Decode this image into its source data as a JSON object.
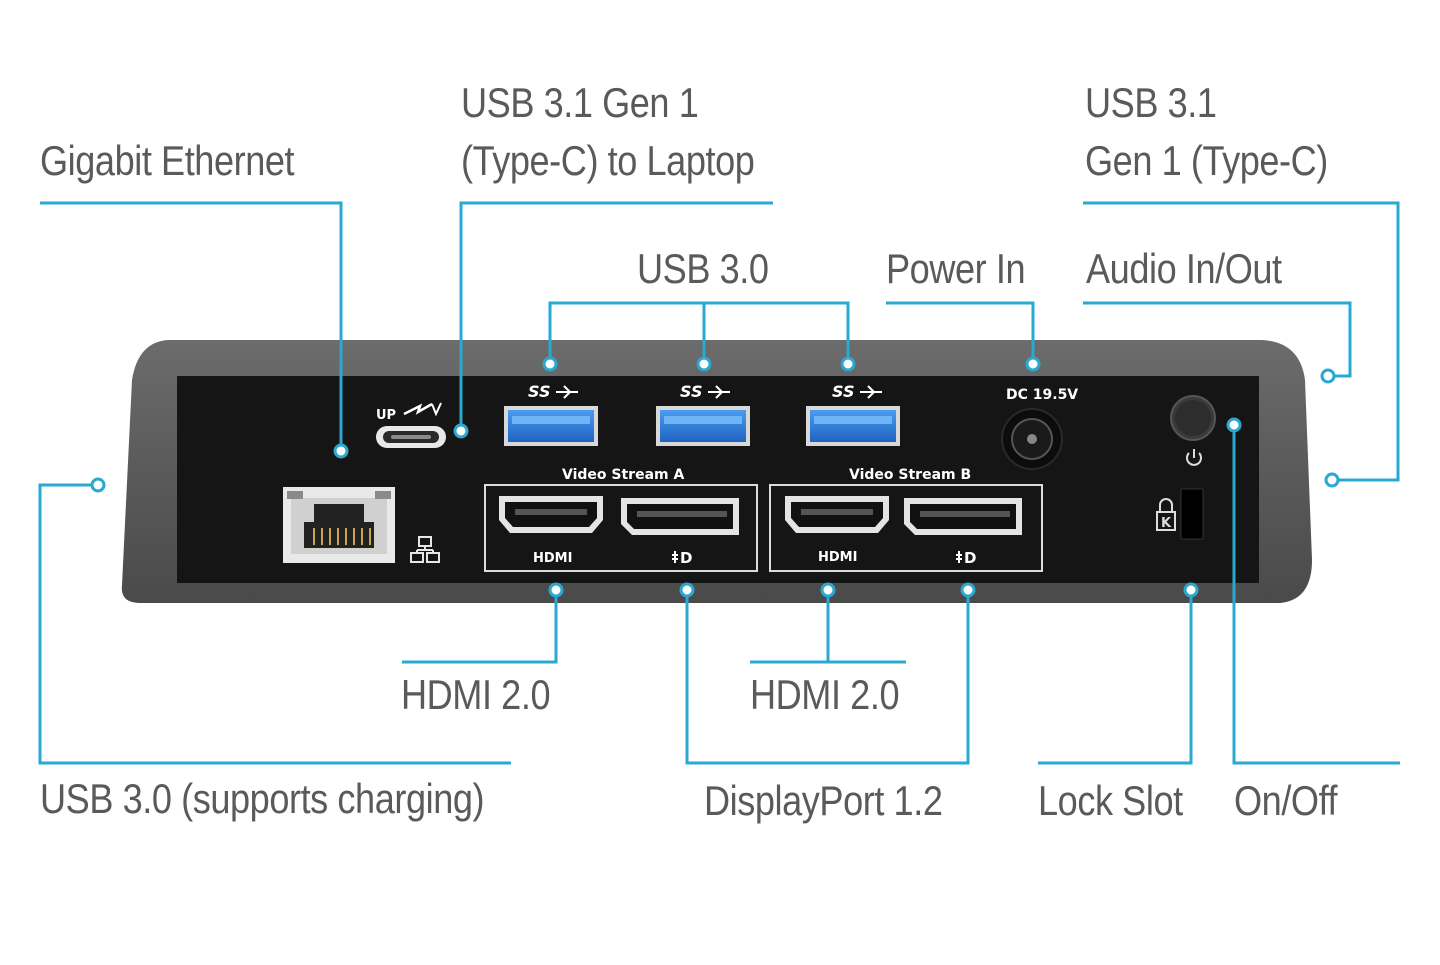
{
  "labels": {
    "gigabit_ethernet": "Gigabit Ethernet",
    "usb_c_laptop_line1": "USB 3.1 Gen 1",
    "usb_c_laptop_line2": "(Type-C) to Laptop",
    "usb_c_line1": "USB 3.1",
    "usb_c_line2": "Gen 1 (Type-C)",
    "usb30": "USB 3.0",
    "power_in": "Power In",
    "audio": "Audio In/Out",
    "hdmi_a": "HDMI 2.0",
    "hdmi_b": "HDMI 2.0",
    "usb_charging": "USB 3.0 (supports charging)",
    "displayport": "DisplayPort 1.2",
    "lock_slot": "Lock Slot",
    "on_off": "On/Off"
  },
  "device": {
    "up_text": "UP",
    "ss_text": "SS",
    "dc_text": "DC 19.5V",
    "video_stream_a": "Video Stream A",
    "video_stream_b": "Video Stream B",
    "hdmi_text": "HDMI",
    "dp_text": "D"
  },
  "colors": {
    "leader": "#2aa8d0",
    "label_text": "#5a5a5a",
    "body_outer": "#5e5e5e",
    "panel": "#161616",
    "usb_blue": "#2f7fd6"
  }
}
